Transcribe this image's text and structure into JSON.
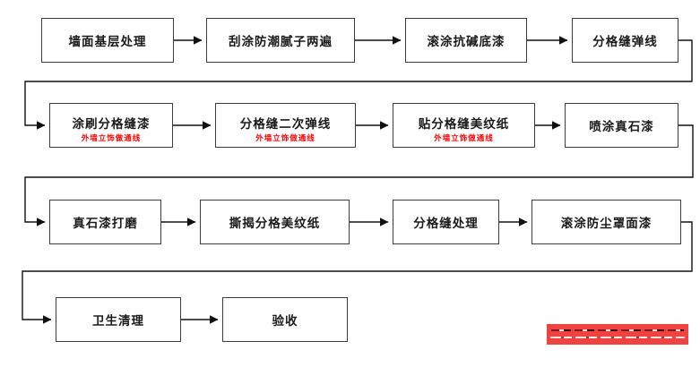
{
  "diagram": {
    "steps": {
      "b1": "墙面基层处理",
      "b2": "刮涂防潮腻子两遍",
      "b3": "滚涂抗碱底漆",
      "b4": "分格缝弹线",
      "b5": "涂刷分格缝漆",
      "b6": "分格缝二次弹线",
      "b7": "贴分格缝美纹纸",
      "b8": "喷涂真石漆",
      "b9": "真石漆打磨",
      "b10": "撕揭分格美纹纸",
      "b11": "分格缝处理",
      "b12": "滚涂防尘罩面漆",
      "b13": "卫生清理",
      "b14": "验收"
    },
    "step_watermark": "外墙立饰做通线",
    "sequence": [
      "墙面基层处理",
      "刮涂防潮腻子两遍",
      "滚涂抗碱底漆",
      "分格缝弹线",
      "涂刷分格缝漆",
      "分格缝二次弹线",
      "贴分格缝美纹纸",
      "喷涂真石漆",
      "真石漆打磨",
      "撕揭分格美纹纸",
      "分格缝处理",
      "滚涂防尘罩面漆",
      "卫生清理",
      "验收"
    ]
  },
  "colors": {
    "box_border": "#3d3d3d",
    "box_fill": "#ffffff",
    "text": "#1a1a1a",
    "connector": "#111111",
    "step_watermark_red": "#ff0000",
    "banner_red": "#ee4341"
  }
}
